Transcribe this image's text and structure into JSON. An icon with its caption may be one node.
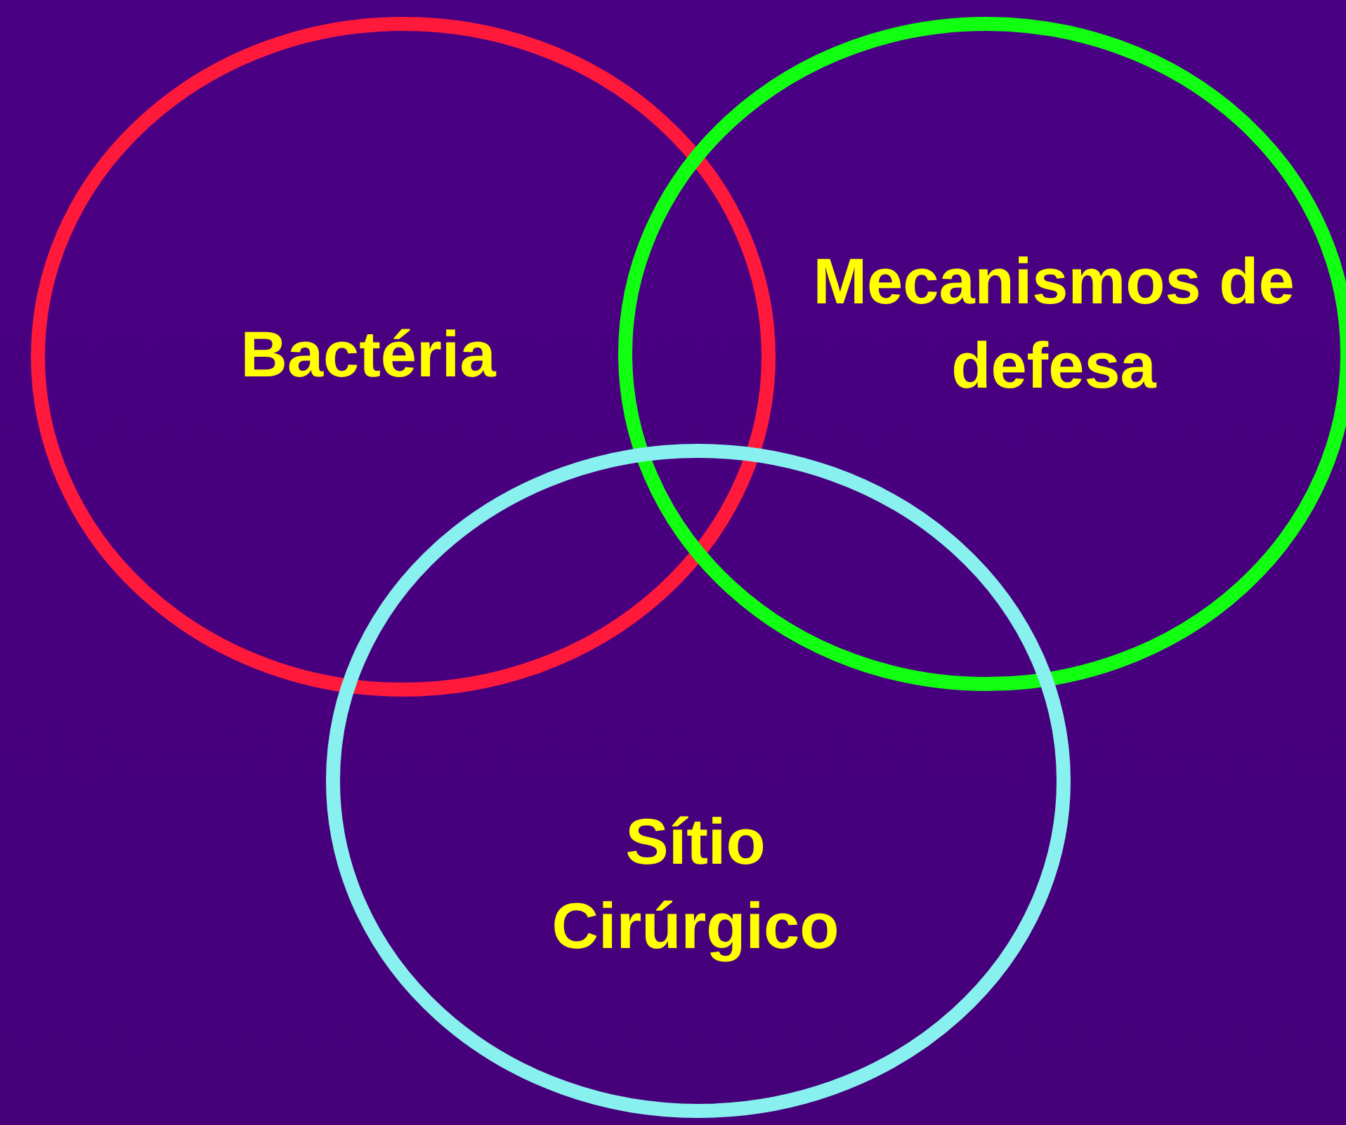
{
  "diagram": {
    "nodes": [
      {
        "text": [
          "Bactéria"
        ]
      },
      {
        "text": [
          "Mecanismos de defesa"
        ]
      },
      {
        "text": [
          "Sítio Cirúrgico"
        ]
      }
    ]
  }
}
